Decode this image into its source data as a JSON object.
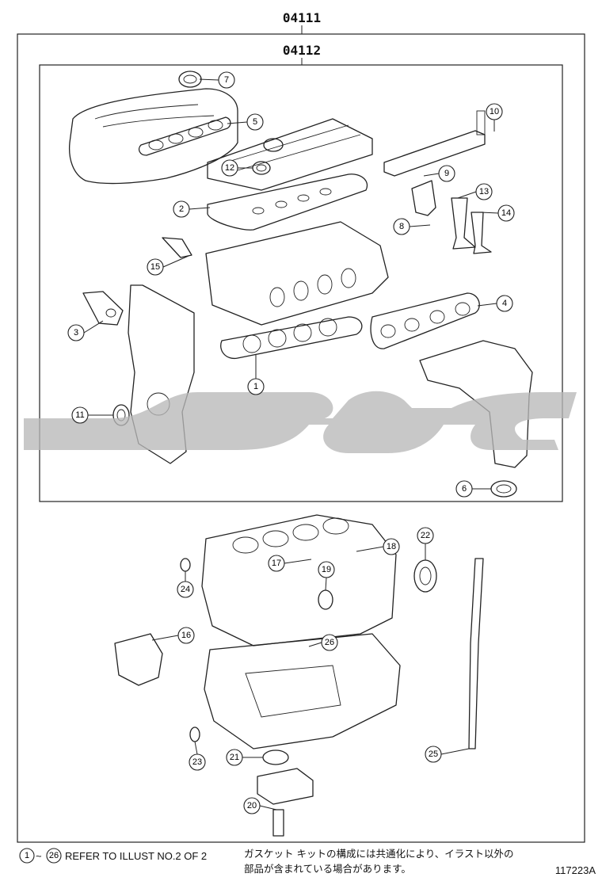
{
  "header": {
    "kit_number": "04111",
    "sub_kit_number": "04112"
  },
  "callouts": [
    {
      "n": "1"
    },
    {
      "n": "2"
    },
    {
      "n": "3"
    },
    {
      "n": "4"
    },
    {
      "n": "5"
    },
    {
      "n": "6"
    },
    {
      "n": "7"
    },
    {
      "n": "8"
    },
    {
      "n": "9"
    },
    {
      "n": "10"
    },
    {
      "n": "11"
    },
    {
      "n": "12"
    },
    {
      "n": "13"
    },
    {
      "n": "14"
    },
    {
      "n": "15"
    },
    {
      "n": "16"
    },
    {
      "n": "17"
    },
    {
      "n": "18"
    },
    {
      "n": "19"
    },
    {
      "n": "20"
    },
    {
      "n": "21"
    },
    {
      "n": "22"
    },
    {
      "n": "23"
    },
    {
      "n": "24"
    },
    {
      "n": "25"
    },
    {
      "n": "26"
    }
  ],
  "footer": {
    "range_start": "1",
    "range_sep": "~",
    "range_end": "26",
    "refer_text": "REFER TO ILLUST NO.2 OF 2",
    "japanese_line1": "ガスケット キットの構成には共通化により、イラスト以外の",
    "japanese_line2": "部品が含まれている場合があります。",
    "illustration_id": "117223A"
  }
}
